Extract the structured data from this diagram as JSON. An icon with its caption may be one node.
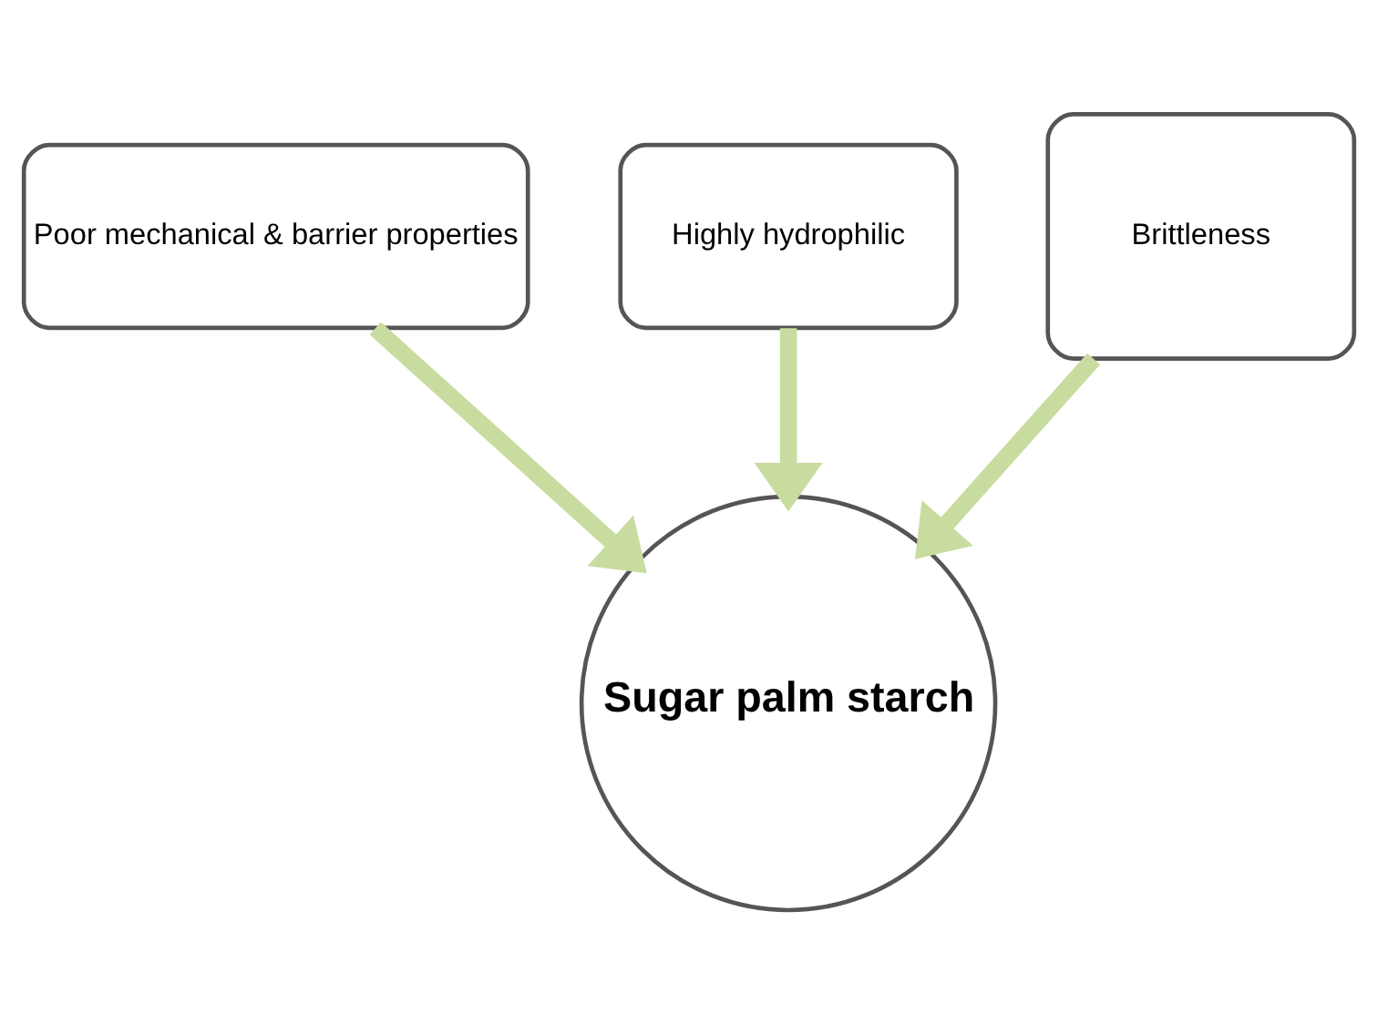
{
  "diagram": {
    "nodes": [
      {
        "text": [
          "Poor mechanical & barrier properties"
        ]
      },
      {
        "text": [
          "Highly hydrophilic"
        ]
      },
      {
        "text": [
          "Brittleness"
        ]
      },
      {
        "text": [
          "Sugar palm starch"
        ]
      }
    ],
    "edges": [
      {
        "from": 0,
        "to": 3,
        "arrow": "to"
      },
      {
        "from": 1,
        "to": 3,
        "arrow": "to"
      },
      {
        "from": 2,
        "to": 3,
        "arrow": "to"
      }
    ]
  }
}
